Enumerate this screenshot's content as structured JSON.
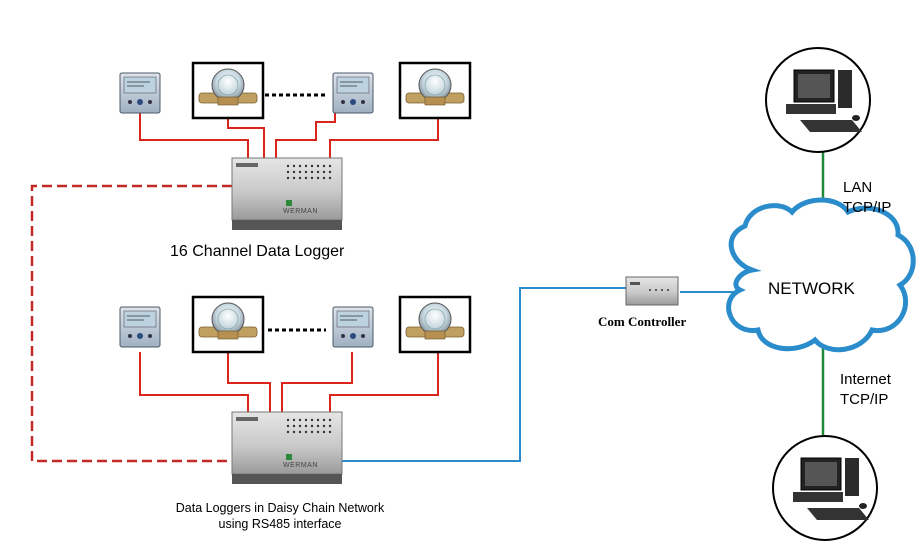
{
  "labels": {
    "logger_title": "16 Channel Data Logger",
    "chain_line1": "Data Loggers in Daisy Chain Network",
    "chain_line2": "using RS485 interface",
    "com_controller": "Com Controller",
    "network": "NETWORK",
    "lan_line1": "LAN",
    "lan_line2": "TCP/IP",
    "internet_line1": "Internet",
    "internet_line2": "TCP/IP",
    "brand": "WERMAN"
  },
  "colors": {
    "sensor_wire": "#d9251c",
    "daisy_chain": "#c22b25",
    "rs485_link": "#2b8ccc",
    "network_link": "#1e8a3a",
    "cloud_fill": "#ffffff",
    "cloud_stroke": "#2b8ccc"
  },
  "icons": {
    "meter": "flow-meter-icon",
    "display": "panel-display-icon",
    "logger": "data-logger-icon",
    "controller": "com-controller-icon",
    "computer": "desktop-computer-icon",
    "cloud": "network-cloud-icon"
  }
}
